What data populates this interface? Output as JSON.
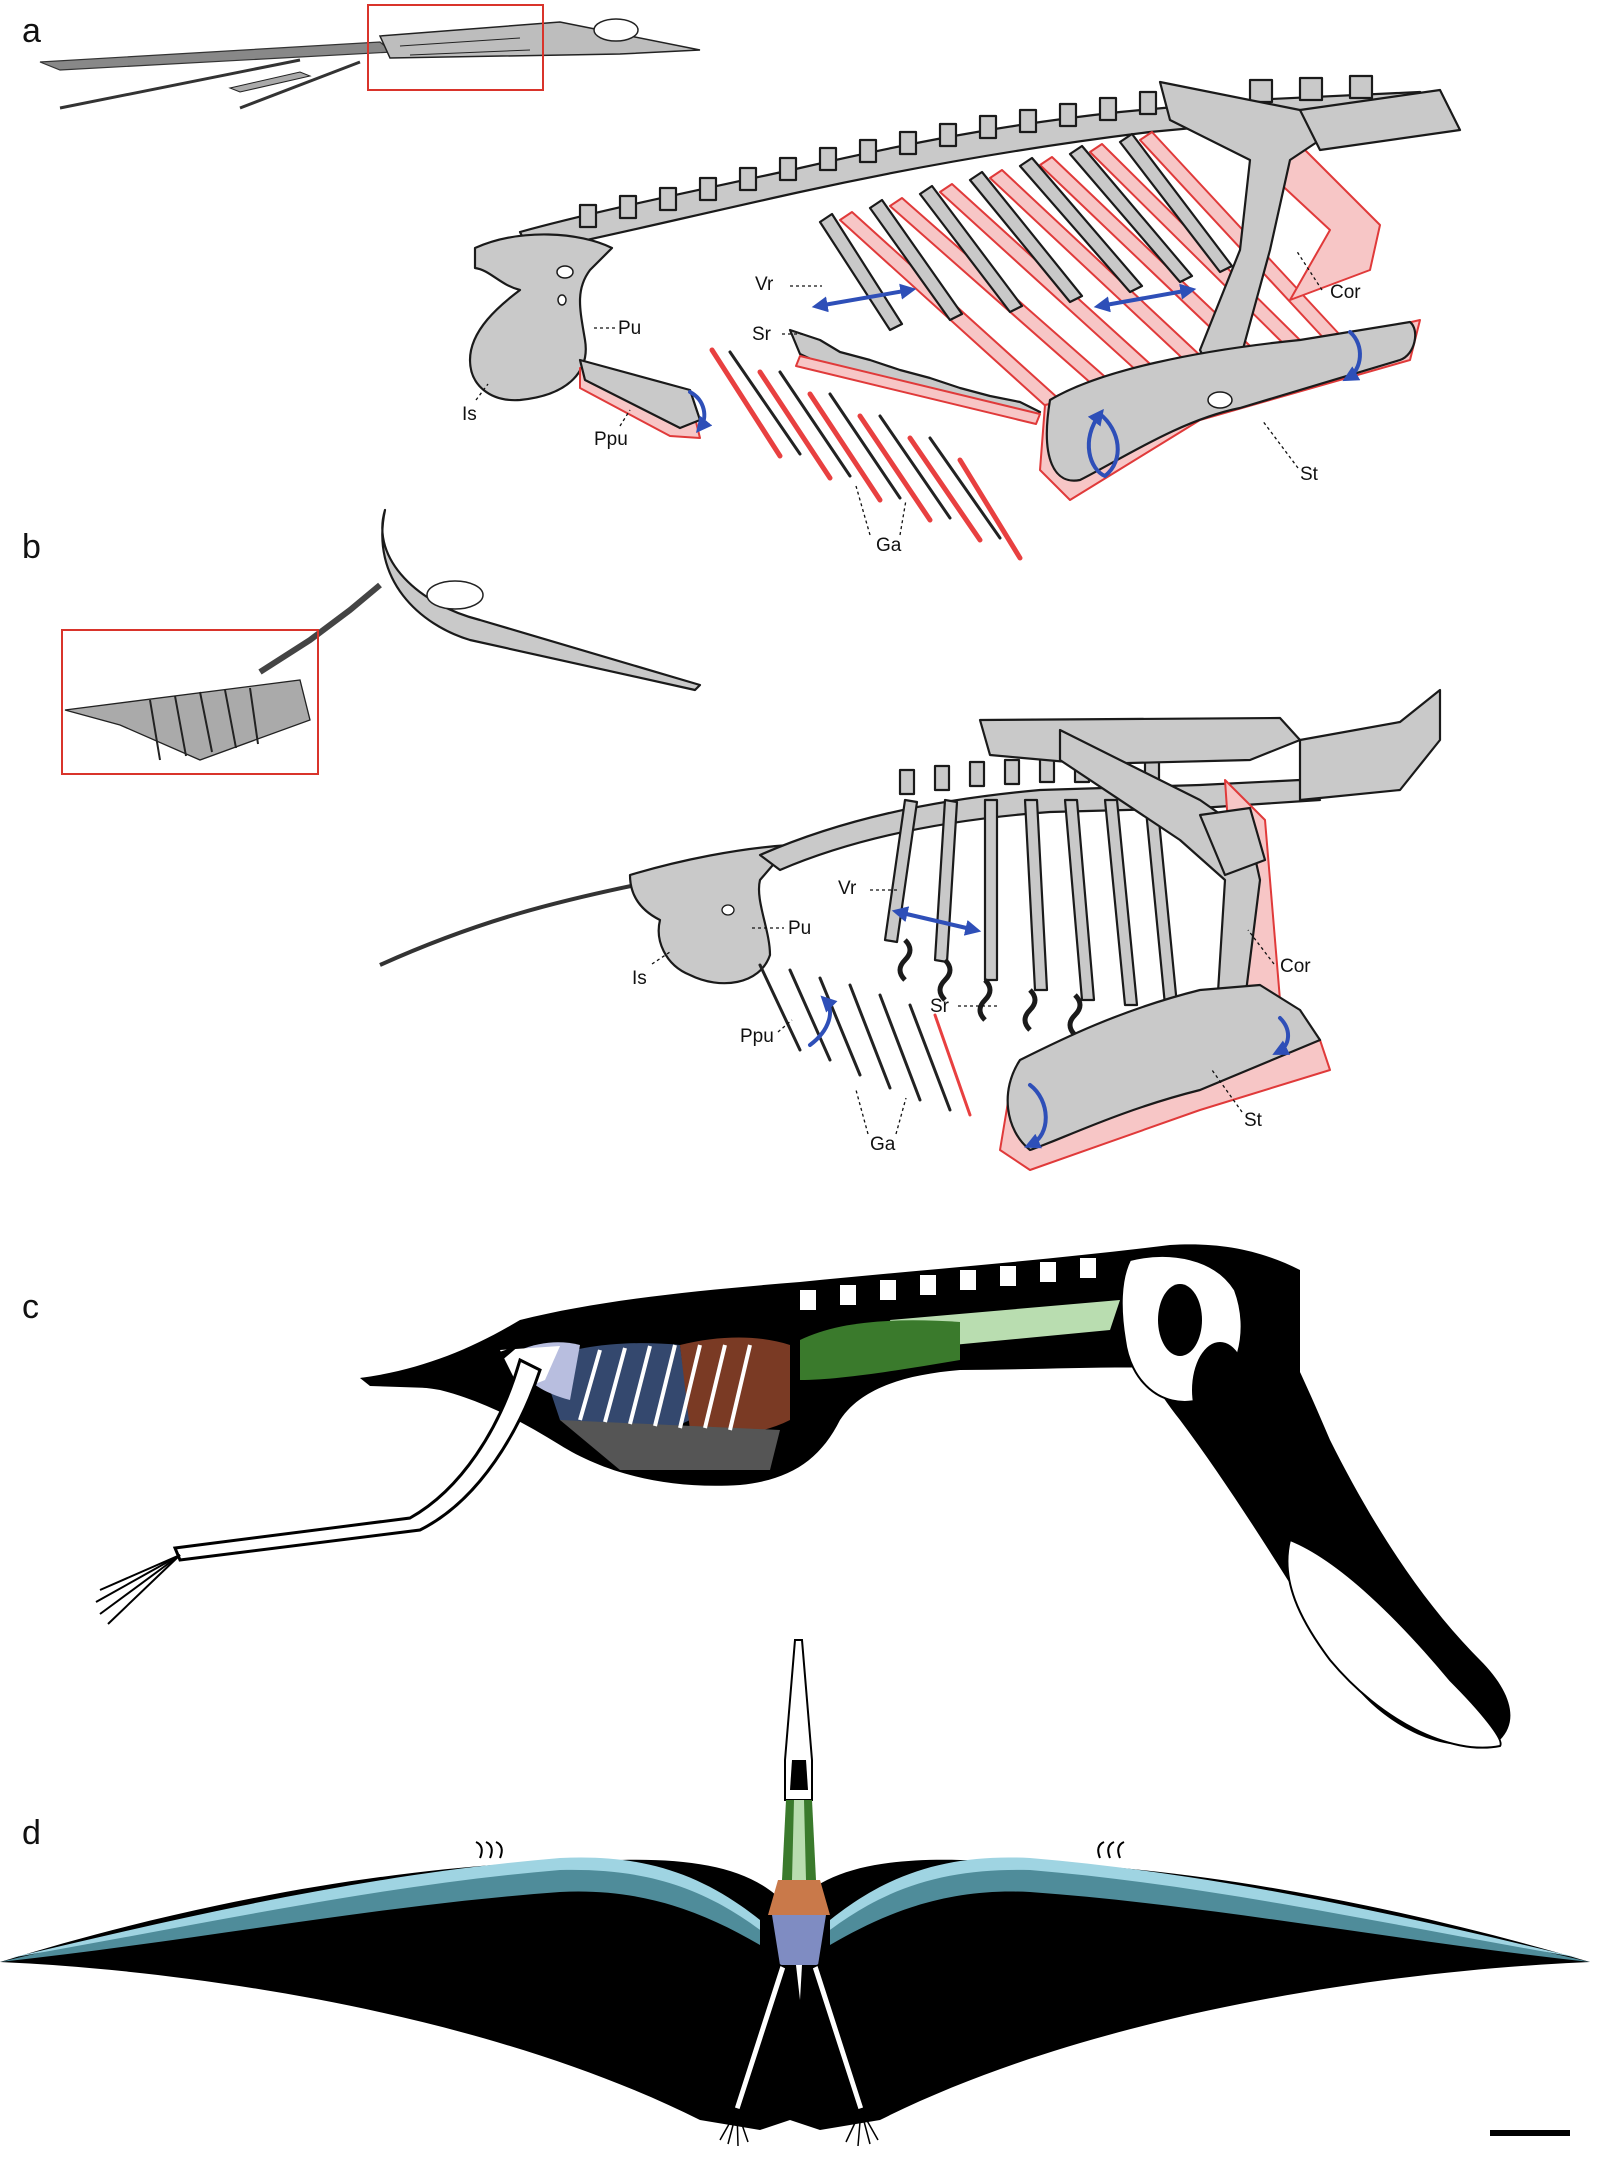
{
  "panels": {
    "a": {
      "letter": "a",
      "labels": {
        "vr": "Vr",
        "sr": "Sr",
        "pu": "Pu",
        "is": "Is",
        "ppu": "Ppu",
        "ga": "Ga",
        "cor": "Cor",
        "st": "St"
      }
    },
    "b": {
      "letter": "b",
      "labels": {
        "vr": "Vr",
        "sr": "Sr",
        "pu": "Pu",
        "is": "Is",
        "ppu": "Ppu",
        "ga": "Ga",
        "cor": "Cor",
        "st": "St"
      }
    },
    "c": {
      "letter": "c"
    },
    "d": {
      "letter": "d"
    }
  },
  "colors": {
    "bone": "#c9c9c9",
    "cartilage": "#f7c6c6",
    "cartilage_outline": "#e03a3a",
    "gastralia_red": "#e84040",
    "motion_arrow": "#2e4fb8",
    "inset_box": "#d9342b",
    "air_sac_green": "#3a7a2c",
    "air_sac_light_green": "#b9ddb0",
    "air_sac_blue": "#34486e",
    "air_sac_brown": "#7a3a24",
    "air_sac_lavender": "#b8bedf",
    "wing_sac_cyan": "#9fd4e2",
    "wing_sac_teal": "#4f8c9a"
  }
}
